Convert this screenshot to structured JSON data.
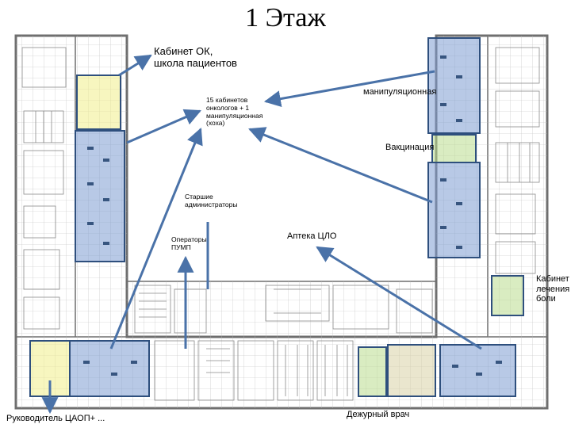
{
  "title": "1 Этаж",
  "labels": {
    "cabinet_ok": "Кабинет ОК, школа пациентов",
    "oncologists": "15 кабинетов онкологов + 1 манипуляционная (хоха)",
    "senior_admins": "Старшие администраторы",
    "operators": "Операторы ПУМП",
    "pharmacy": "Аптека ЦЛО",
    "manipulation": "манипуляционная",
    "vaccination": "Вакцинация",
    "pain_cabinet": "Кабинет лечения боли",
    "duty_doctor": "Дежурный врач",
    "head": "Руководитель ЦАОП+ ..."
  },
  "colors": {
    "blue_zone": "#7e9cd1",
    "yellow_zone": "#f1ef8a",
    "green_zone": "#b9dc8e",
    "beige_zone": "#d8d1a6",
    "arrow": "#4a72a8",
    "wall": "#6f6f6f"
  }
}
